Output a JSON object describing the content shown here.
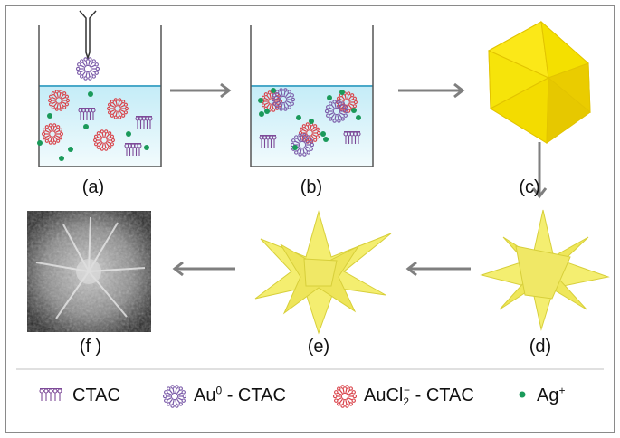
{
  "panels": {
    "a": "(a)",
    "b": "(b)",
    "c": "(c)",
    "d": "(d)",
    "e": "(e)",
    "f": "(f )"
  },
  "legend": {
    "ctac": "CTAC",
    "au0_base": "Au",
    "au0_sup": "0",
    "au0_suffix": " - CTAC",
    "aucl_base": "AuCl",
    "aucl_sub": "2",
    "aucl_sup": "−",
    "aucl_suffix": " - CTAC",
    "ag_base": "Ag",
    "ag_sup": "+"
  },
  "colors": {
    "frame": "#8a8a8a",
    "solution": "#bfe9f5",
    "ctac": "#7d4a98",
    "au0": "#7a5aa8",
    "aucl": "#d9434a",
    "ag": "#1a9a5a",
    "arrow": "#7f7f7f",
    "crystal": "#f7e600",
    "star": "#f4ee70"
  }
}
